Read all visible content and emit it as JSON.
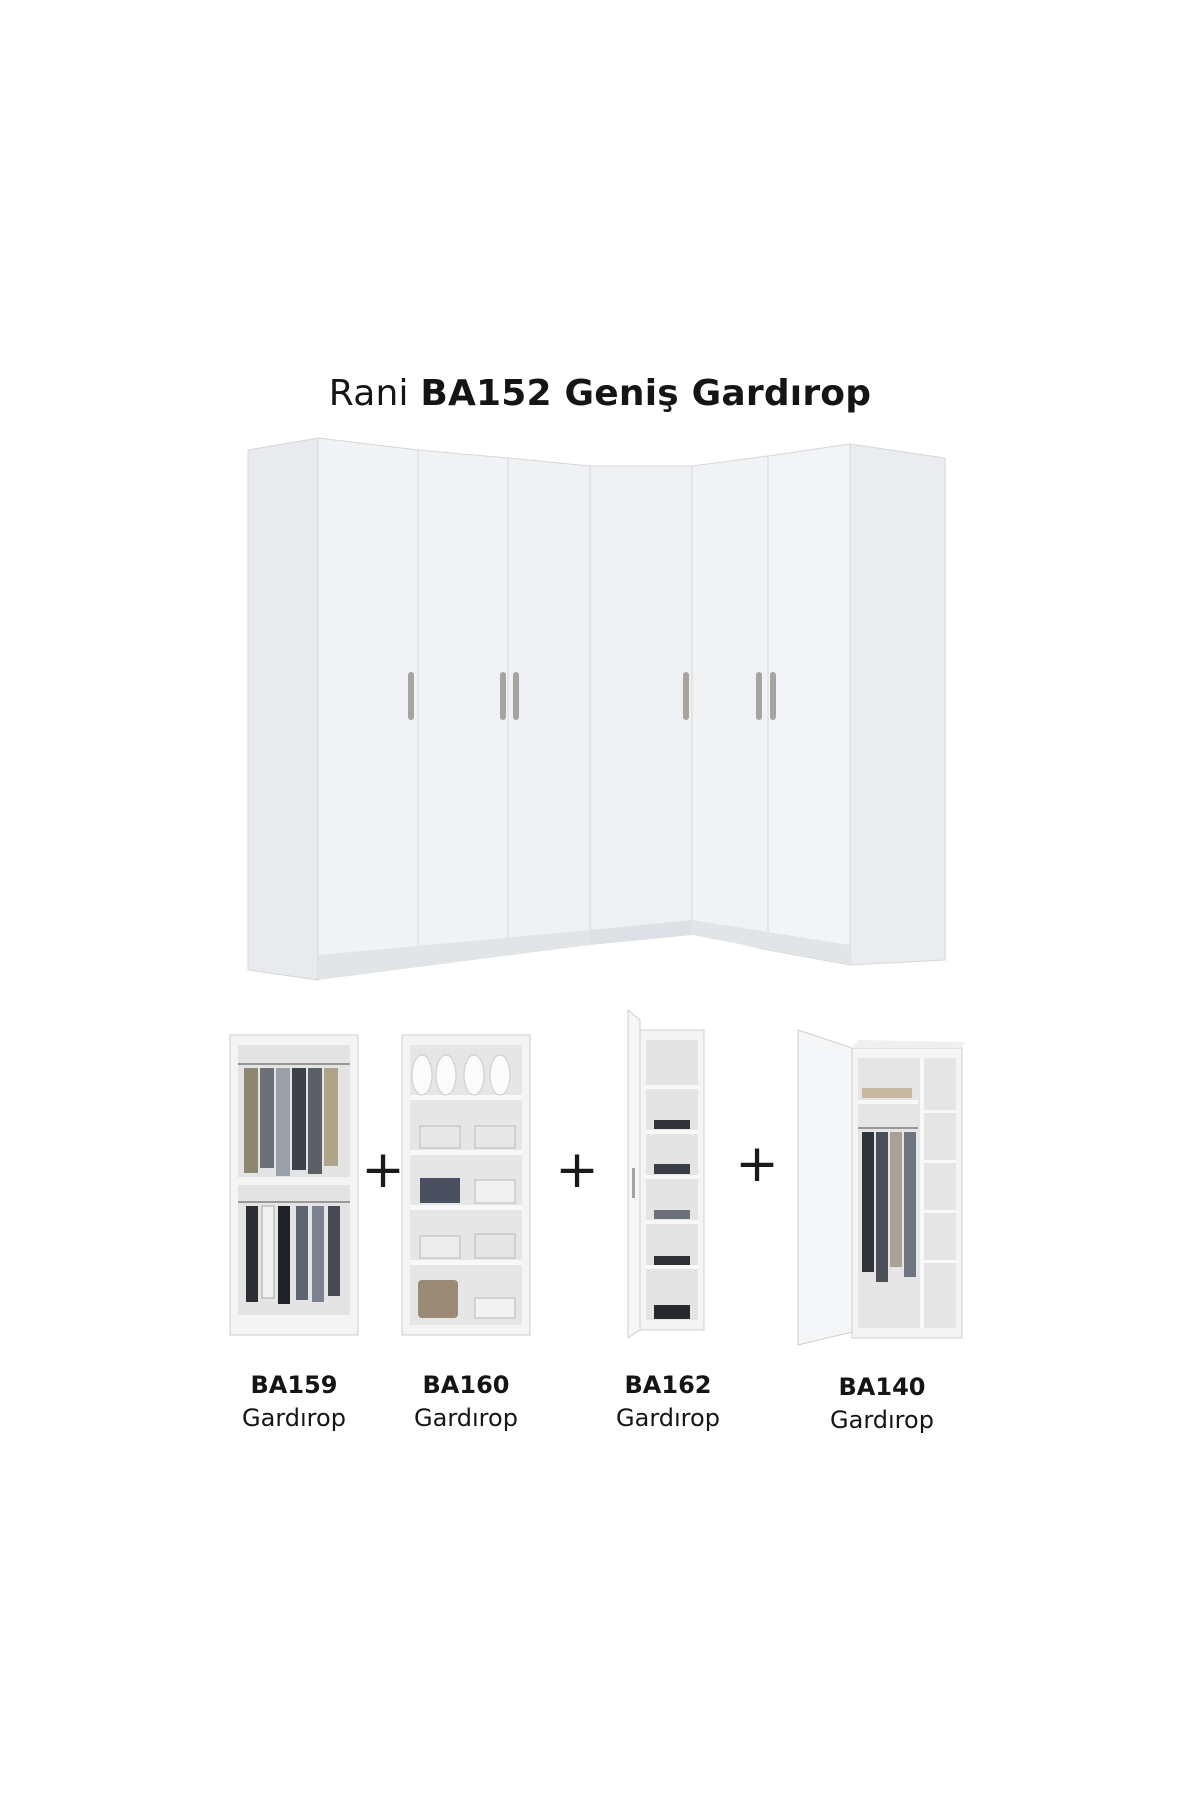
{
  "title": {
    "brand": "Rani",
    "model": "BA152 Geniş Gardırop"
  },
  "colors": {
    "cabinet": "#f1f2f4",
    "cabinet_shade": "#dfe2e6",
    "handle": "#a7a49d",
    "interior": "#e6e6e6",
    "text": "#151515"
  },
  "components": [
    {
      "code": "BA159",
      "type": "Gardırop",
      "interior": "two-hanging-rails"
    },
    {
      "code": "BA160",
      "type": "Gardırop",
      "interior": "five-shelves"
    },
    {
      "code": "BA162",
      "type": "Gardırop",
      "interior": "narrow-shelves-open-door"
    },
    {
      "code": "BA140",
      "type": "Gardırop",
      "interior": "rail-with-shelves-open-door"
    }
  ],
  "plus_sign": "+"
}
